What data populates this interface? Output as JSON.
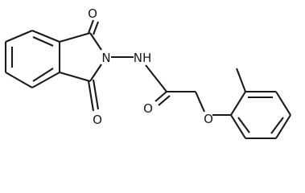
{
  "molecule": {
    "atoms": {
      "oxygen_top": "O",
      "oxygen_bottom": "O",
      "nitrogen_ring": "N",
      "amide_nh": "NH",
      "oxygen_carbonyl": "O",
      "oxygen_ether": "O"
    }
  },
  "colors": {
    "bond": "#1a1a1a",
    "background": "#ffffff"
  }
}
